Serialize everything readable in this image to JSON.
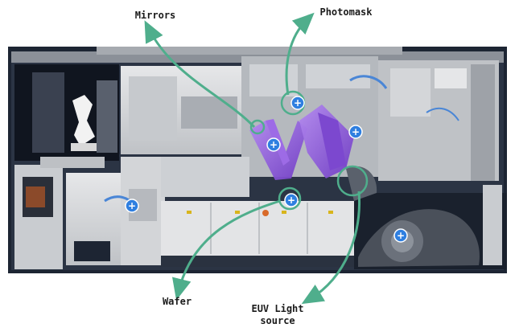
{
  "labels": {
    "mirrors": "Mirrors",
    "photomask": "Photomask",
    "wafer": "Wafer",
    "euv_line1": "EUV Light",
    "euv_line2": "source"
  },
  "hotspots": [
    {
      "name": "hotspot-photomask",
      "symbol": "+"
    },
    {
      "name": "hotspot-mirrors",
      "symbol": "+"
    },
    {
      "name": "hotspot-optics-right",
      "symbol": "+"
    },
    {
      "name": "hotspot-wafer",
      "symbol": "+"
    },
    {
      "name": "hotspot-wafer-stage",
      "symbol": "+"
    },
    {
      "name": "hotspot-euv-source",
      "symbol": "+"
    }
  ],
  "colors": {
    "arrow": "#4fae8c",
    "hotspot_fill": "#2f7fe0",
    "mirror_purple": "#8a55d4",
    "machine_light": "#d9dadc",
    "machine_dark": "#202a3a"
  }
}
